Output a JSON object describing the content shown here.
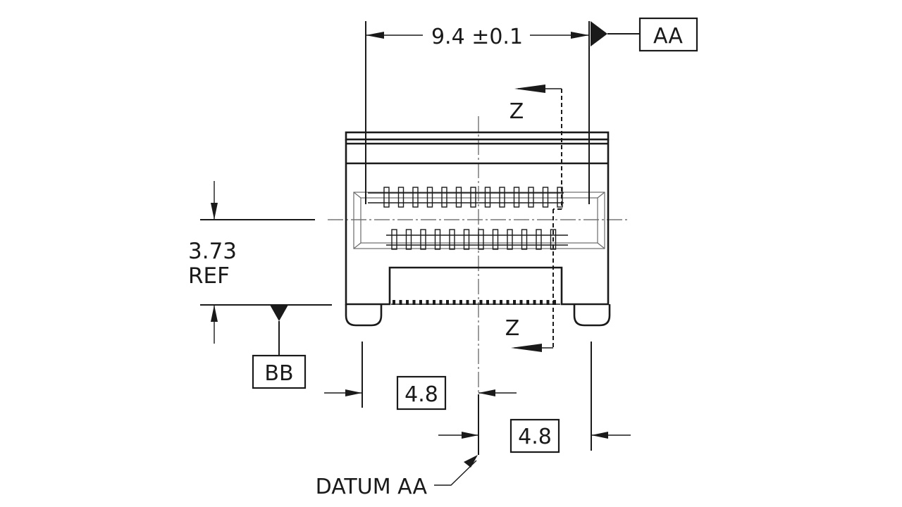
{
  "dimensions": {
    "width_label": "9.4 ±0.1",
    "height_label_value": "3.73",
    "height_label_note": "REF",
    "left_offset_label": "4.8",
    "right_offset_label": "4.8"
  },
  "datums": {
    "top_right": "AA",
    "bottom_left": "BB",
    "center_callout": "DATUM AA"
  },
  "section": {
    "top_label": "Z",
    "bottom_label": "Z"
  }
}
